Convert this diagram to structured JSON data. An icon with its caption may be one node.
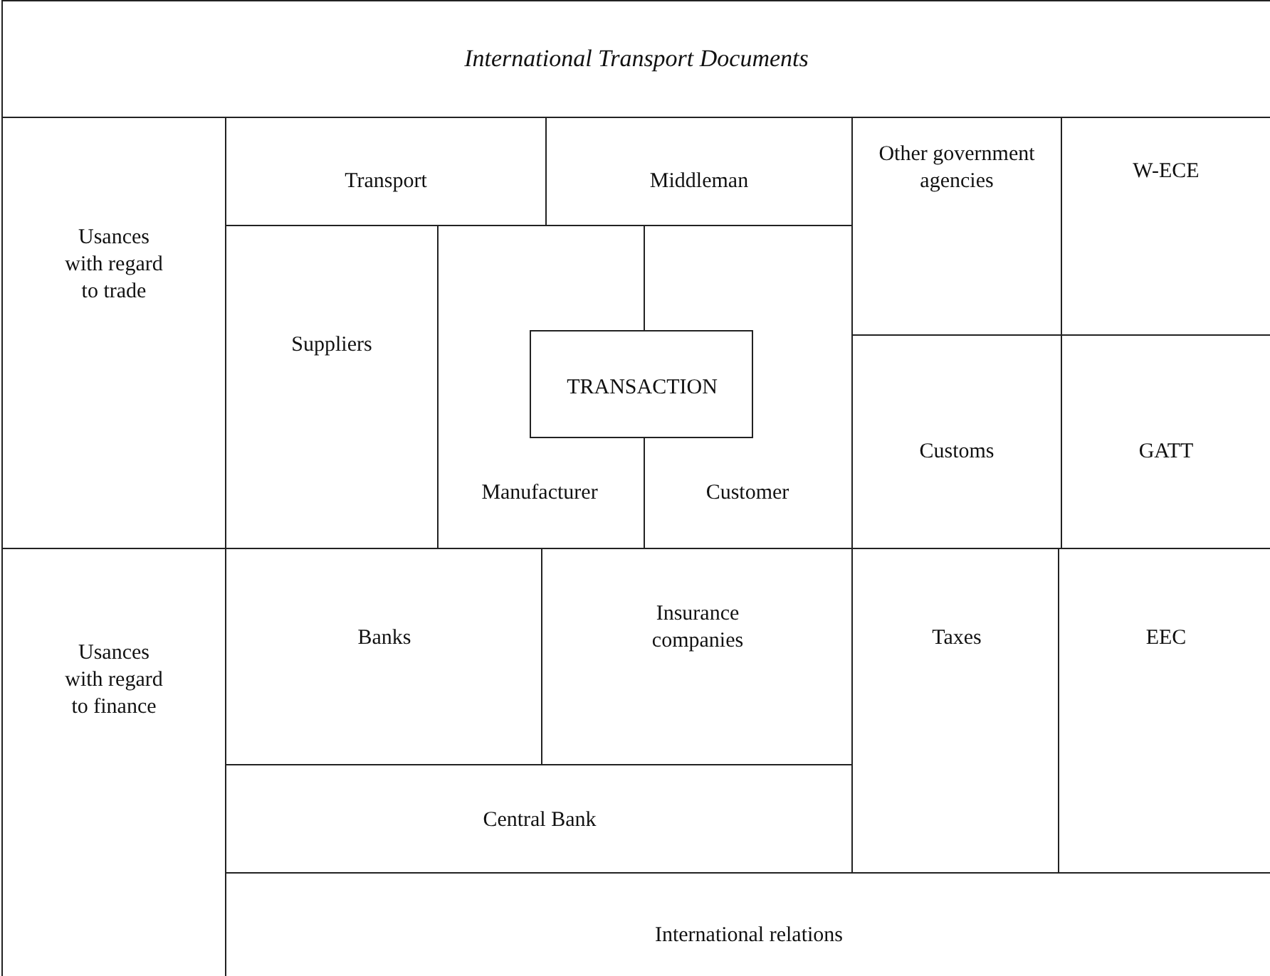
{
  "diagram": {
    "nodes": [
      {
        "text": [
          "International Transport Documents"
        ]
      },
      {
        "text": [
          "Usances with regard to trade"
        ]
      },
      {
        "text": [
          "Transport"
        ]
      },
      {
        "text": [
          "Middleman"
        ]
      },
      {
        "text": [
          "Other government agencies"
        ]
      },
      {
        "text": [
          "W-ECE"
        ]
      },
      {
        "text": [
          "Suppliers"
        ]
      },
      {
        "text": [
          "Manufacturer"
        ]
      },
      {
        "text": [
          "Customer"
        ]
      },
      {
        "text": [
          "TRANSACTION"
        ]
      },
      {
        "text": [
          "Customs"
        ]
      },
      {
        "text": [
          "GATT"
        ]
      },
      {
        "text": [
          "Usances with regard to finance"
        ]
      },
      {
        "text": [
          "Banks"
        ]
      },
      {
        "text": [
          "Insurance companies"
        ]
      },
      {
        "text": [
          "Taxes"
        ]
      },
      {
        "text": [
          "EEC"
        ]
      },
      {
        "text": [
          "Central Bank"
        ]
      },
      {
        "text": [
          "International relations"
        ]
      }
    ]
  }
}
